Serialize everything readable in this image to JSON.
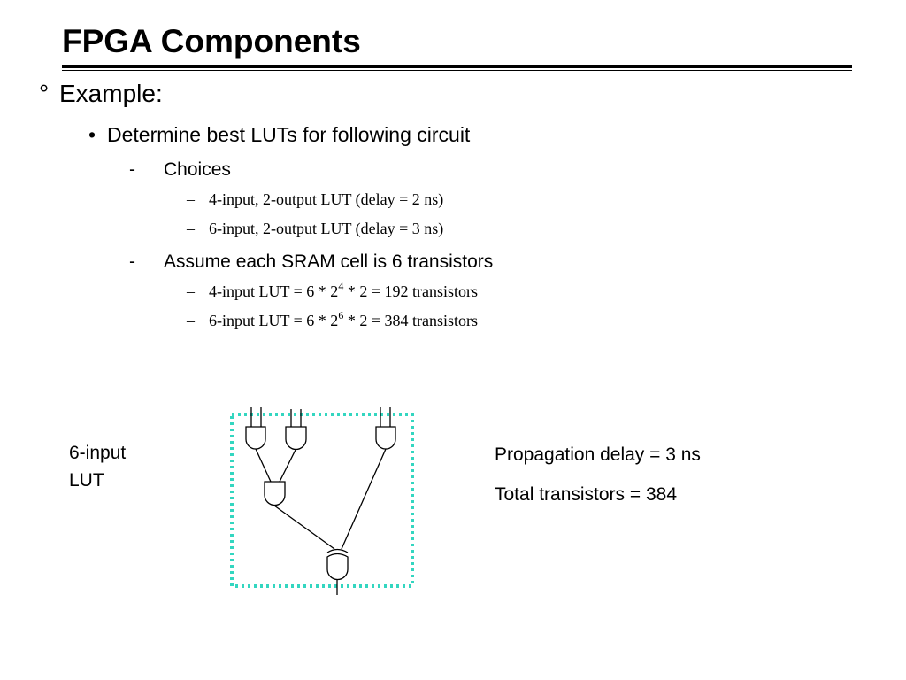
{
  "slide": {
    "title": "FPGA Components"
  },
  "content": {
    "l1_marker": "°",
    "l1_text": "Example:",
    "l2_marker": "•",
    "l2_text": "Determine best LUTs for following circuit",
    "choices": {
      "marker": "-",
      "text": "Choices",
      "items": [
        {
          "marker": "–",
          "text": "4-input, 2-output LUT (delay = 2 ns)"
        },
        {
          "marker": "–",
          "text": "6-input, 2-output LUT (delay = 3 ns)"
        }
      ]
    },
    "sram": {
      "marker": "-",
      "text": "Assume each SRAM cell is 6 transistors",
      "items": [
        {
          "marker": "–",
          "pre": "4-input LUT = 6 * 2",
          "exp": "4",
          "post": " * 2 = 192 transistors"
        },
        {
          "marker": "–",
          "pre": "6-input LUT = 6 * 2",
          "exp": "6",
          "post": " * 2 = 384 transistors"
        }
      ]
    }
  },
  "diagram": {
    "lut_label_line1": "6-input",
    "lut_label_line2": "LUT",
    "box_color": "#33d6c0"
  },
  "results": {
    "delay": "Propagation delay = 3 ns",
    "transistors": "Total transistors = 384"
  }
}
